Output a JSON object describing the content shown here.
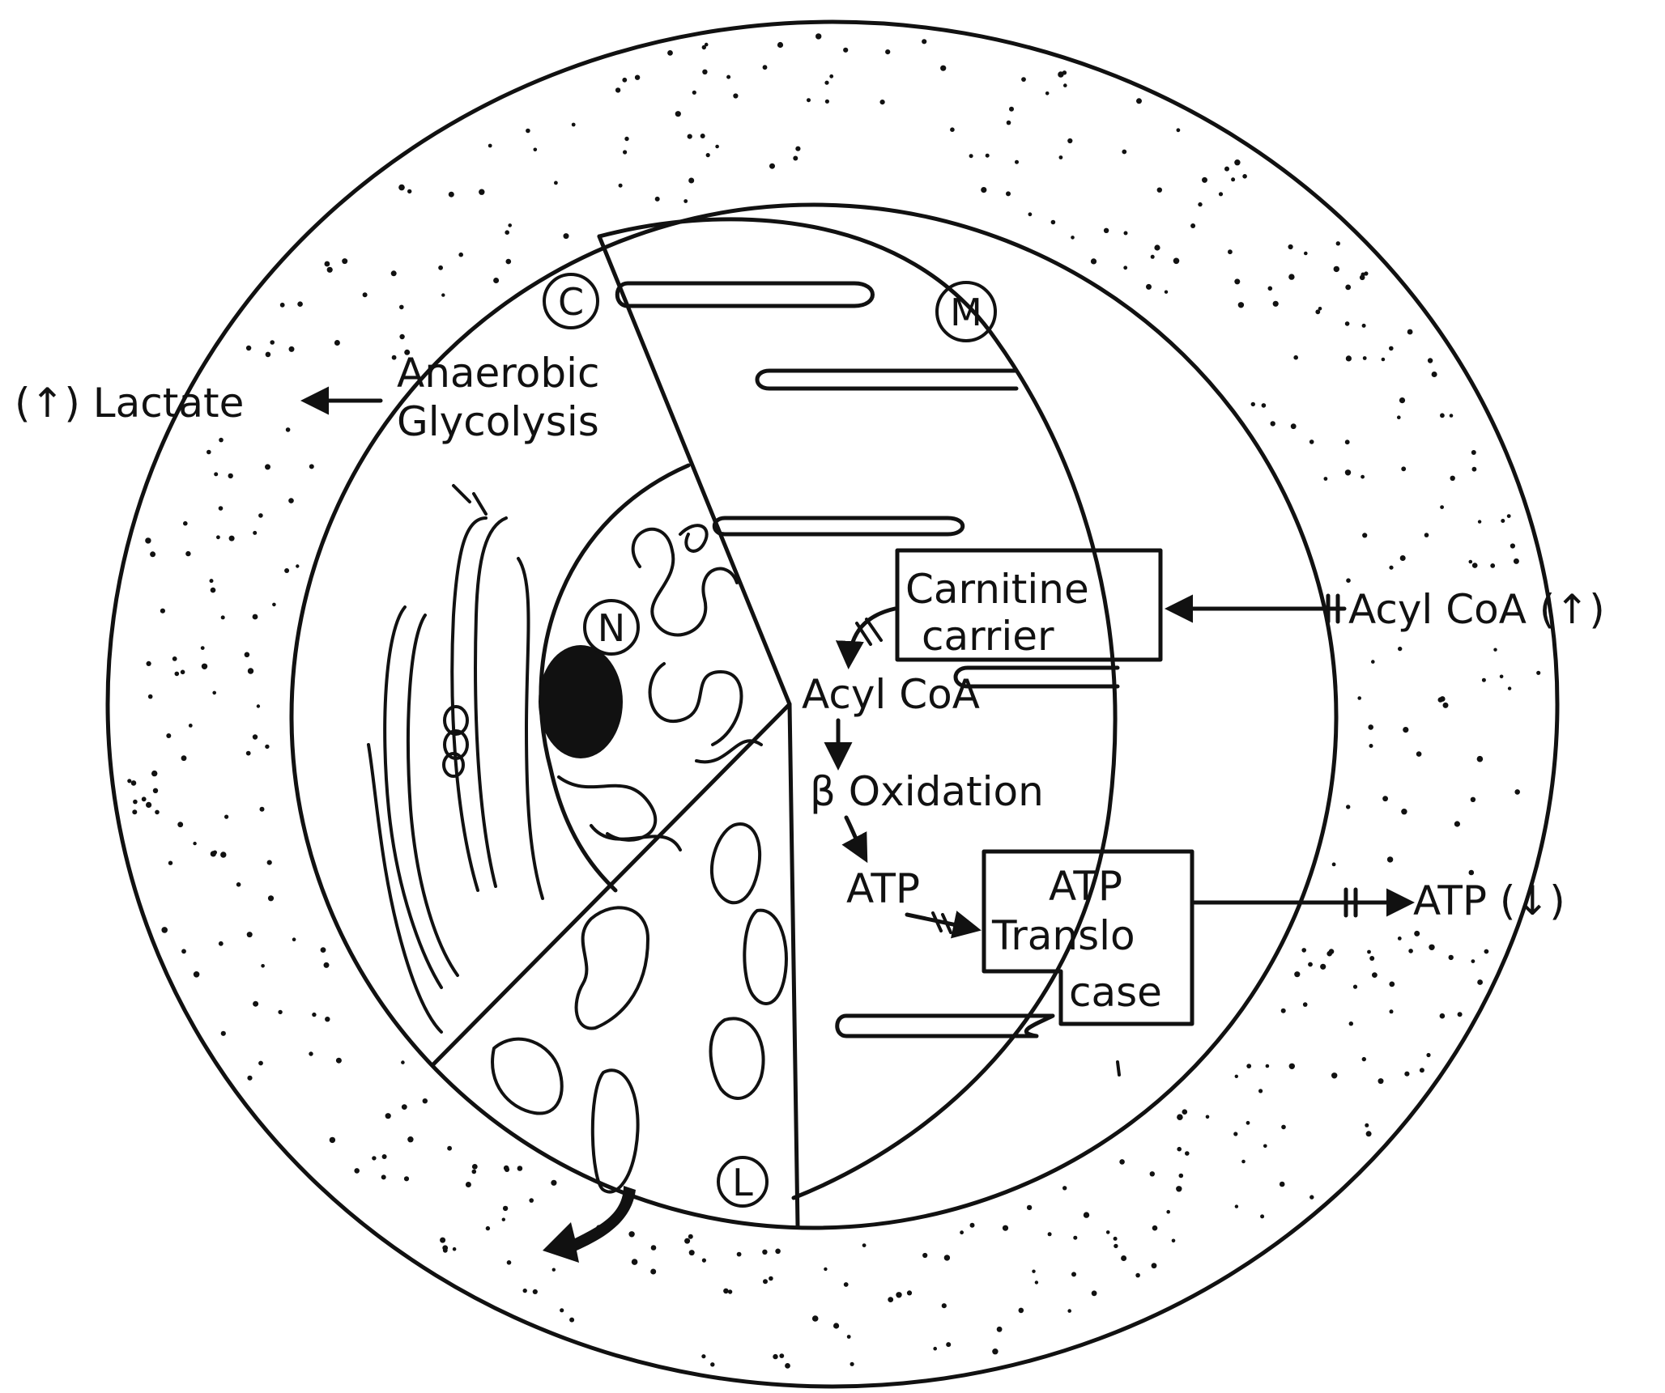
{
  "labels": {
    "lactate_up": "(↑) Lactate",
    "anaerobic": "Anaerobic",
    "glycolysis": "Glycolysis",
    "compartment_c": "C",
    "compartment_m": "M",
    "compartment_n": "N",
    "compartment_l": "L",
    "carnitine": "Carnitine",
    "carrier": "carrier",
    "acyl_coa_inner": "Acyl CoA",
    "beta_oxidation": "β Oxidation",
    "atp_inner": "ATP",
    "atp_box_line1": "ATP",
    "atp_box_line2": "Translo",
    "atp_box_line3": "case",
    "acyl_coa_up": "Acyl CoA (↑)",
    "atp_down": "ATP (↓)"
  },
  "colors": {
    "ink": "#111111",
    "paper": "#ffffff"
  }
}
